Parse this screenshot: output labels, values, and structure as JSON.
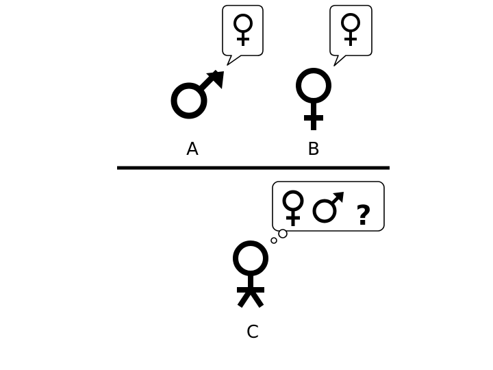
{
  "labels": {
    "a": "A",
    "b": "B",
    "c": "C"
  },
  "thought": {
    "question_mark": "?"
  },
  "symbols": {
    "a_main": "male-symbol",
    "a_speech": "female-symbol",
    "b_main": "female-symbol",
    "b_speech": "female-symbol",
    "c_figure": "person-figure",
    "c_thought_1": "female-symbol",
    "c_thought_2": "male-symbol"
  },
  "colors": {
    "ink": "#000000",
    "background": "#ffffff"
  }
}
